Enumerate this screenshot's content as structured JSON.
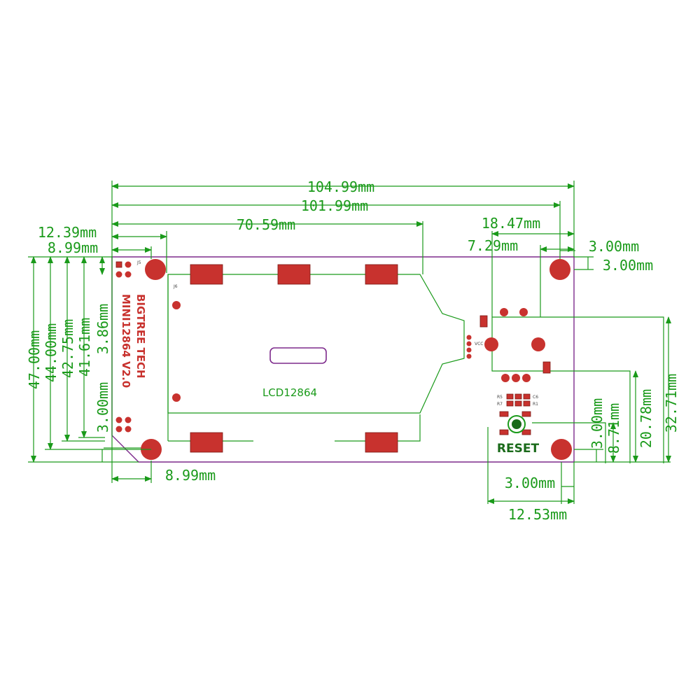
{
  "dimensions": {
    "overall_width": "104.99mm",
    "hole_span_width": "101.99mm",
    "lcd_width": "70.59mm",
    "left_edge_to_lcd": "12.39mm",
    "left_edge_to_hole": "8.99mm",
    "right_block_width": "18.47mm",
    "right_block_inner": "7.29mm",
    "right_hole_x_offset": "3.00mm",
    "right_hole_y_offset": "3.00mm",
    "overall_height": "47.00mm",
    "hole_span_height": "44.00mm",
    "height_c": "42.75mm",
    "height_d": "41.61mm",
    "height_e": "3.86mm",
    "left_hole_bottom_offset": "3.00mm",
    "bottom_left_hole_x": "8.99mm",
    "bottom_right_hole_y": "3.00mm",
    "reset_height": "8.71mm",
    "connector_height": "20.78mm",
    "right_total_height": "32.71mm",
    "bottom_hole_x_offset": "3.00mm",
    "reset_to_right_edge": "12.53mm"
  },
  "board": {
    "brand": "BIGTREE TECH",
    "model": "MINI12864 V2.0",
    "lcd_label": "LCD12864",
    "reset_label": "RESET",
    "ref_j5": "J5",
    "ref_j6": "J6",
    "ref_r5": "R5",
    "ref_r7": "R7",
    "ref_c6": "C6",
    "ref_r1": "R1",
    "ref_vcc": "VCC"
  },
  "colors": {
    "dimension": "#1a9a1a",
    "outline": "#7d2a8c",
    "copper": "#c8322e"
  }
}
